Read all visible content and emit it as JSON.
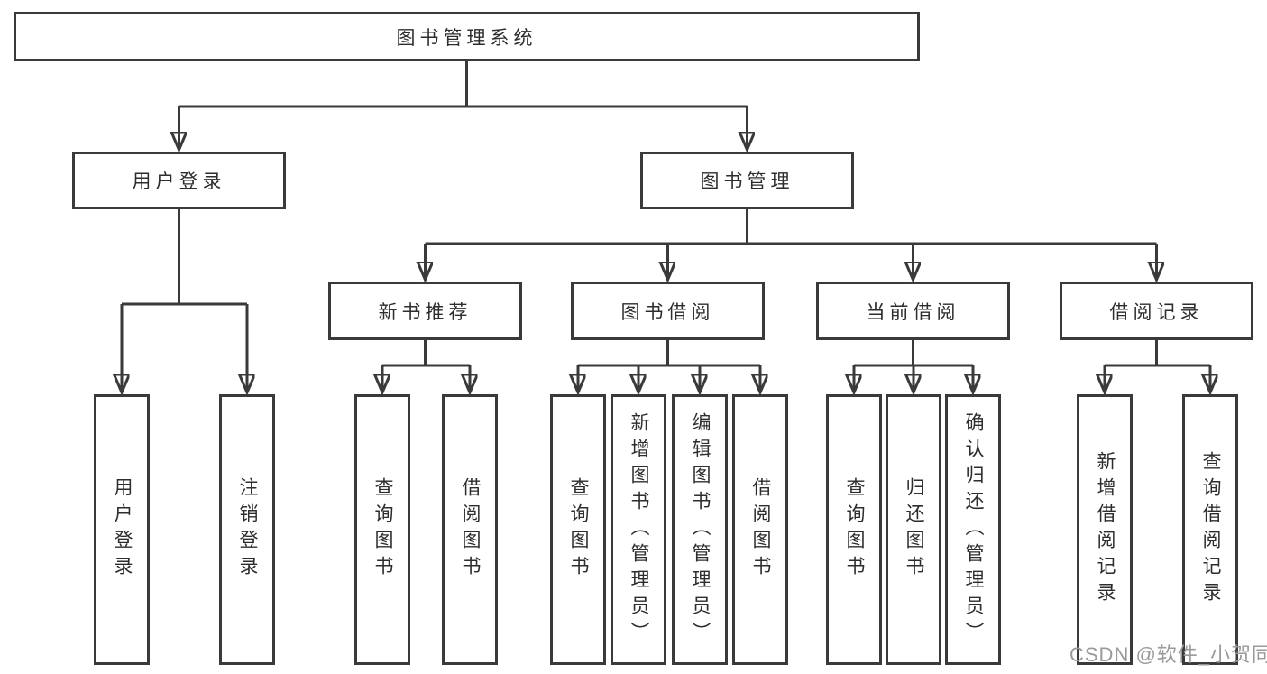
{
  "diagram": {
    "colors": {
      "line": "#3a3a3a",
      "text": "#2d2d2d",
      "background": "#ffffff",
      "watermark": "#9a9a9a"
    },
    "nodes": {
      "root": {
        "label": "图书管理系统"
      },
      "branches": [
        {
          "label": "用户登录",
          "leaves": [
            {
              "label": "用户登录"
            },
            {
              "label": "注销登录"
            }
          ]
        },
        {
          "label": "图书管理",
          "sections": [
            {
              "label": "新书推荐",
              "leaves": [
                {
                  "label": "查询图书"
                },
                {
                  "label": "借阅图书"
                }
              ]
            },
            {
              "label": "图书借阅",
              "leaves": [
                {
                  "label": "查询图书"
                },
                {
                  "label": "新增图书（管理员）"
                },
                {
                  "label": "编辑图书（管理员）"
                },
                {
                  "label": "借阅图书"
                }
              ]
            },
            {
              "label": "当前借阅",
              "leaves": [
                {
                  "label": "查询图书"
                },
                {
                  "label": "归还图书"
                },
                {
                  "label": "确认归还（管理员）"
                }
              ]
            },
            {
              "label": "借阅记录",
              "leaves": [
                {
                  "label": "新增借阅记录"
                },
                {
                  "label": "查询借阅记录"
                }
              ]
            }
          ]
        }
      ]
    },
    "watermark": {
      "text": "CSDN @软件_小贺同学"
    }
  }
}
